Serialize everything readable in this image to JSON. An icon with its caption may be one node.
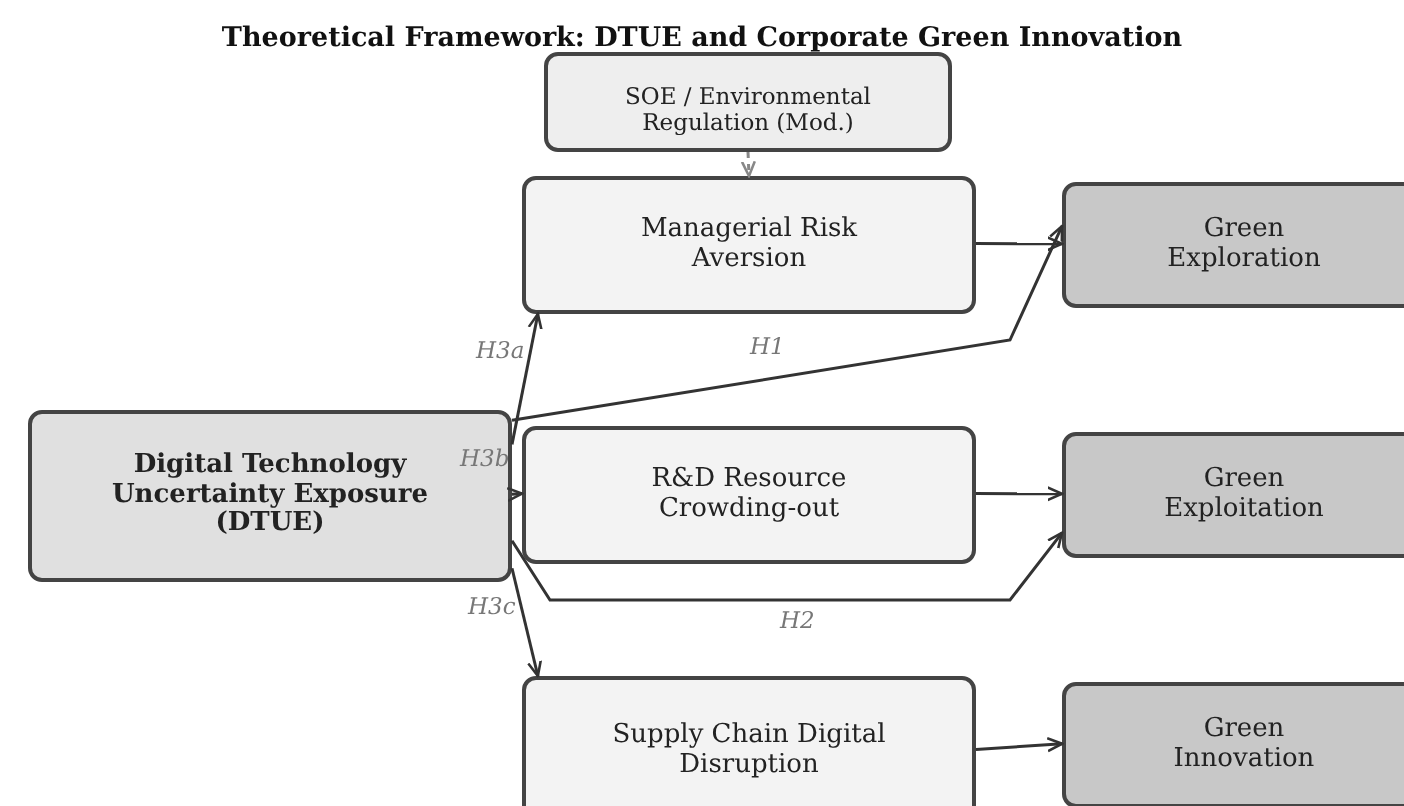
{
  "diagram": {
    "title": "Theoretical Framework: DTUE and Corporate Green Innovation",
    "nodes": [
      {
        "text": [
          "SOE / Environmental Regulation (Mod.)"
        ]
      },
      {
        "text": [
          "Managerial Risk Aversion"
        ]
      },
      {
        "text": [
          "Green Exploration"
        ]
      },
      {
        "text": [
          "Digital Technology Uncertainty Exposure (DTUE)"
        ]
      },
      {
        "text": [
          "R&D Resource Crowding-out"
        ]
      },
      {
        "text": [
          "Green Exploitation"
        ]
      },
      {
        "text": [
          "Supply Chain Digital Disruption"
        ]
      },
      {
        "text": [
          "Green Innovation"
        ]
      }
    ],
    "edges": [
      {
        "from": 0,
        "to": 1,
        "arrow": "to",
        "style": "dashed",
        "color": "#888888"
      },
      {
        "from": 3,
        "to": 1,
        "arrow": "to",
        "label": "H3a"
      },
      {
        "from": 3,
        "to": 2,
        "arrow": "to",
        "label": "H1"
      },
      {
        "from": 3,
        "to": 4,
        "arrow": "to",
        "label": "H3b"
      },
      {
        "from": 3,
        "to": 5,
        "arrow": "to",
        "label": "H2"
      },
      {
        "from": 3,
        "to": 6,
        "arrow": "to",
        "label": "H3c"
      },
      {
        "from": 1,
        "to": 2,
        "arrow": "to"
      },
      {
        "from": 4,
        "to": 5,
        "arrow": "to"
      },
      {
        "from": 6,
        "to": 7,
        "arrow": "to"
      }
    ]
  }
}
